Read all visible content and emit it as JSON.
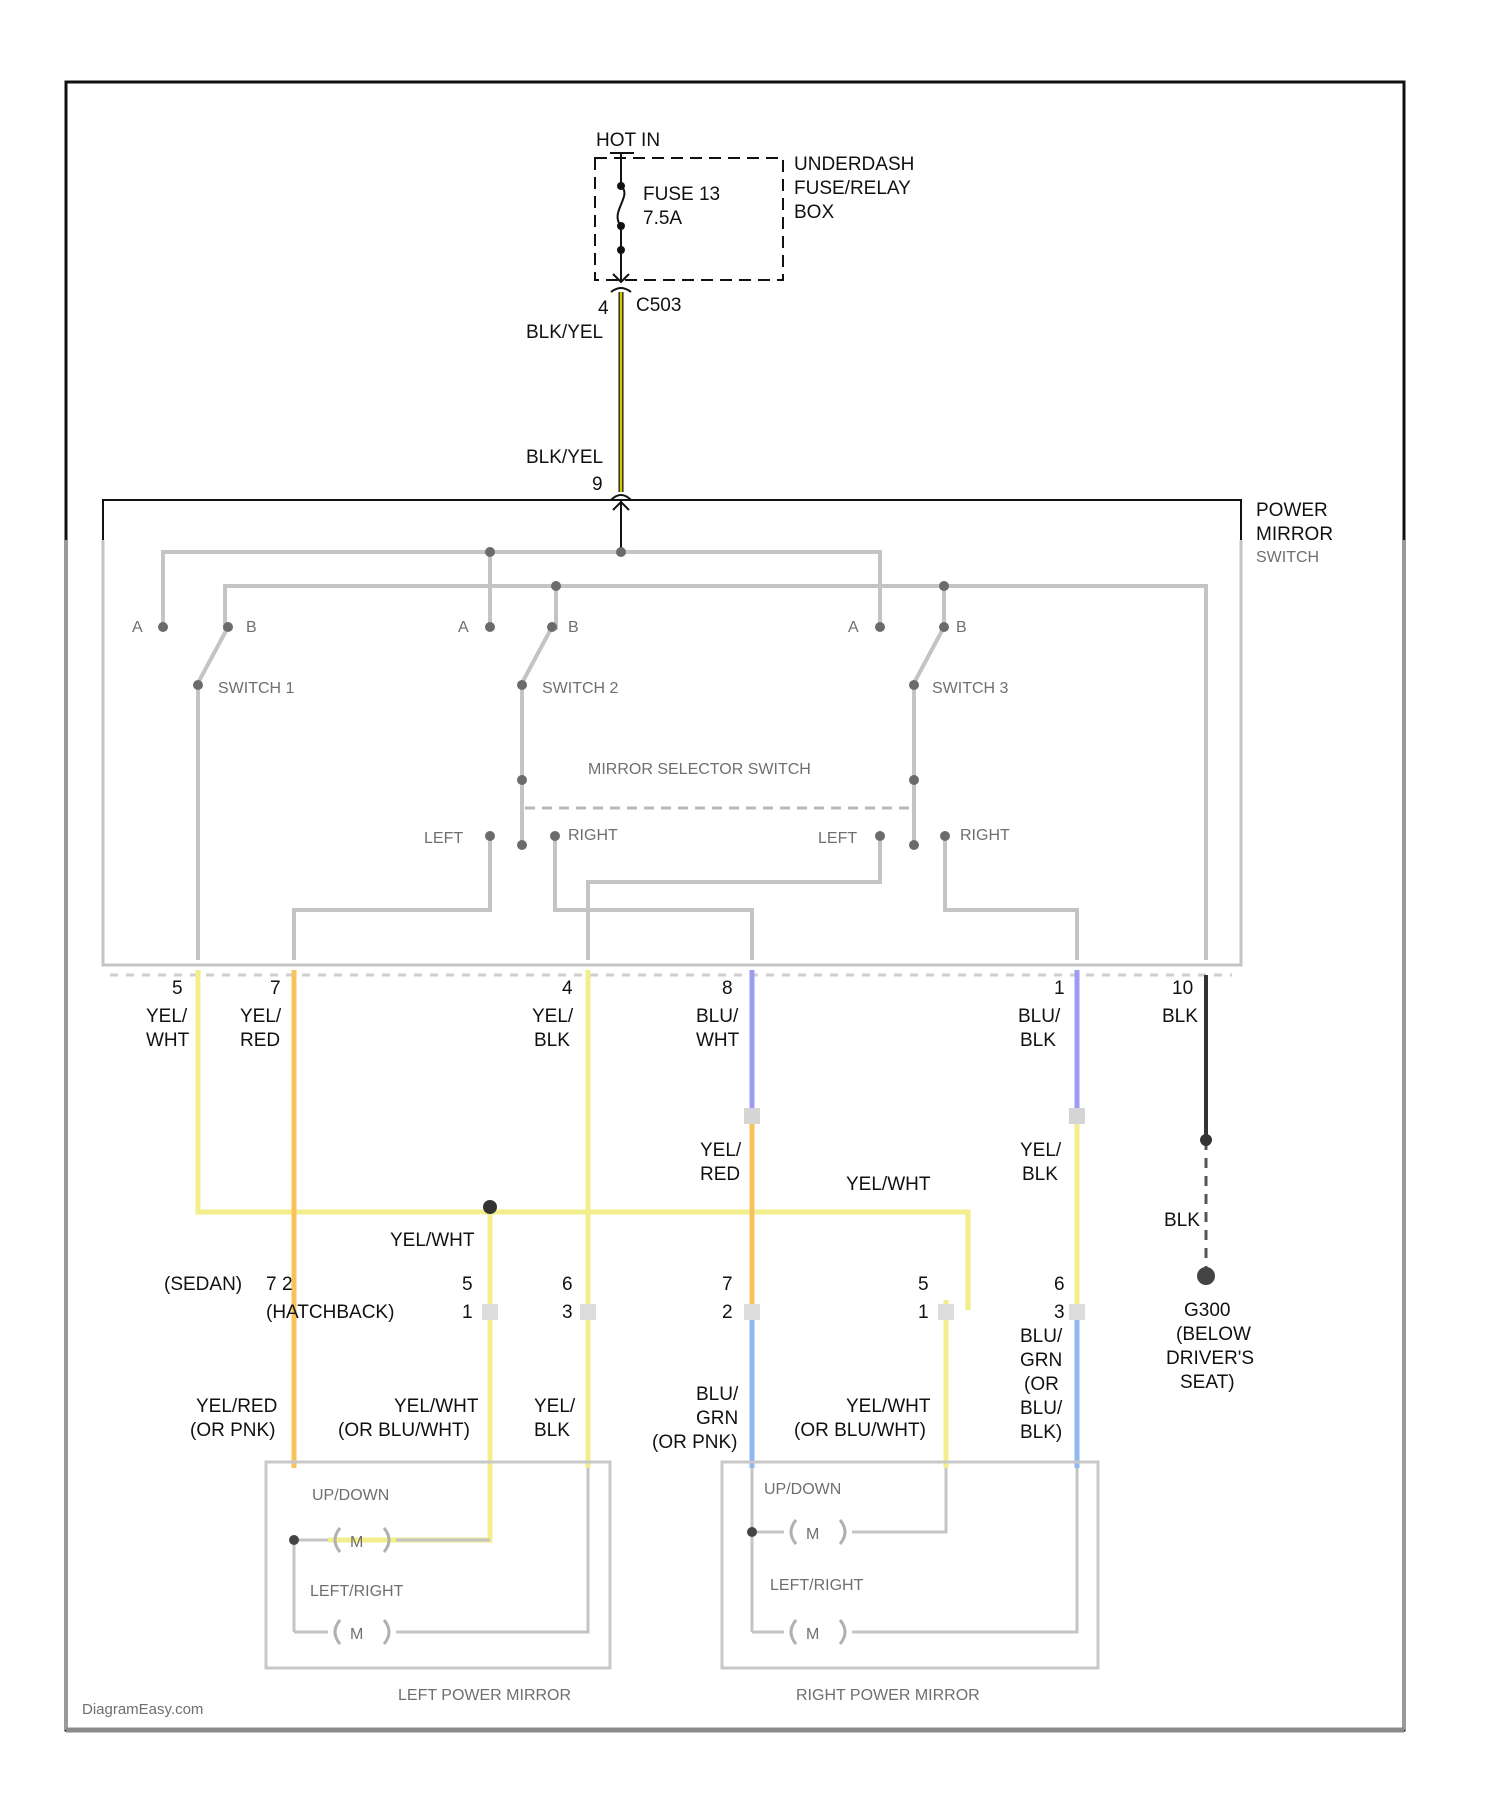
{
  "colors": {
    "frame": "#111111",
    "gray_wire": "#c4c4c4",
    "blk_yel": "#d8c400",
    "yel": "#f3ee8c",
    "yel_red": "#f7c35c",
    "blu": "#9c9cf2",
    "blu_light": "#8fb8ee",
    "blk": "#333333"
  },
  "fuse_box": {
    "hot_in": "HOT IN",
    "fuse_line1": "FUSE 13",
    "fuse_line2": "7.5A",
    "box_line1": "UNDERDASH",
    "box_line2": "FUSE/RELAY",
    "box_line3": "BOX"
  },
  "connector_top": {
    "pin": "4",
    "name": "C503",
    "wire": "BLK/YEL"
  },
  "switch_entry": {
    "wire": "BLK/YEL",
    "pin": "9"
  },
  "power_mirror_switch": {
    "line1": "POWER",
    "line2": "MIRROR",
    "line3": "SWITCH",
    "switch1": "SWITCH 1",
    "switch2": "SWITCH 2",
    "switch3": "SWITCH 3",
    "selector": "MIRROR SELECTOR SWITCH",
    "pos_a": "A",
    "pos_b": "B",
    "left": "LEFT",
    "right": "RIGHT"
  },
  "switch_pins": [
    {
      "pin": "5",
      "wire1": "YEL/",
      "wire2": "WHT"
    },
    {
      "pin": "7",
      "wire1": "YEL/",
      "wire2": "RED"
    },
    {
      "pin": "4",
      "wire1": "YEL/",
      "wire2": "BLK"
    },
    {
      "pin": "8",
      "wire1": "BLU/",
      "wire2": "WHT"
    },
    {
      "pin": "1",
      "wire1": "BLU/",
      "wire2": "BLK"
    },
    {
      "pin": "10",
      "wire1": "BLK",
      "wire2": ""
    }
  ],
  "mid_labels": {
    "yel_red_1": "YEL/",
    "yel_red_2": "RED",
    "yel_wht_top": "YEL/WHT",
    "yel_blk_1": "YEL/",
    "yel_blk_2": "BLK",
    "yel_wht_left": "YEL/WHT",
    "blk_ground": "BLK"
  },
  "ground": {
    "line1": "G300",
    "line2": "(BELOW",
    "line3": "DRIVER'S",
    "line4": "SEAT)"
  },
  "mirror_connectors": {
    "sedan": "(SEDAN)",
    "hatchback": "(HATCHBACK)",
    "sedan_pin": "7",
    "hatch_pin": "2",
    "left_pins": [
      {
        "top": "5",
        "bottom": "1"
      },
      {
        "top": "6",
        "bottom": "3"
      }
    ],
    "right_pins": [
      {
        "top": "7",
        "bottom": "2"
      },
      {
        "top": "5",
        "bottom": "1"
      },
      {
        "top": "6",
        "bottom": "3"
      }
    ]
  },
  "lower_wires": {
    "left_a1": "YEL/RED",
    "left_a2": "(OR PNK)",
    "left_b1": "YEL/WHT",
    "left_b2": "(OR BLU/WHT)",
    "left_c1": "YEL/",
    "left_c2": "BLK",
    "right_a1": "BLU/",
    "right_a2": "GRN",
    "right_a3": "(OR PNK)",
    "right_b1": "YEL/WHT",
    "right_b2": "(OR BLU/WHT)",
    "right_c1": "BLU/",
    "right_c2": "GRN",
    "right_c3": "(OR",
    "right_c4": "BLU/",
    "right_c5": "BLK)"
  },
  "mirrors": {
    "updown": "UP/DOWN",
    "leftright": "LEFT/RIGHT",
    "motor": "M",
    "left_name": "LEFT POWER MIRROR",
    "right_name": "RIGHT POWER MIRROR"
  },
  "watermark": "DiagramEasy.com"
}
